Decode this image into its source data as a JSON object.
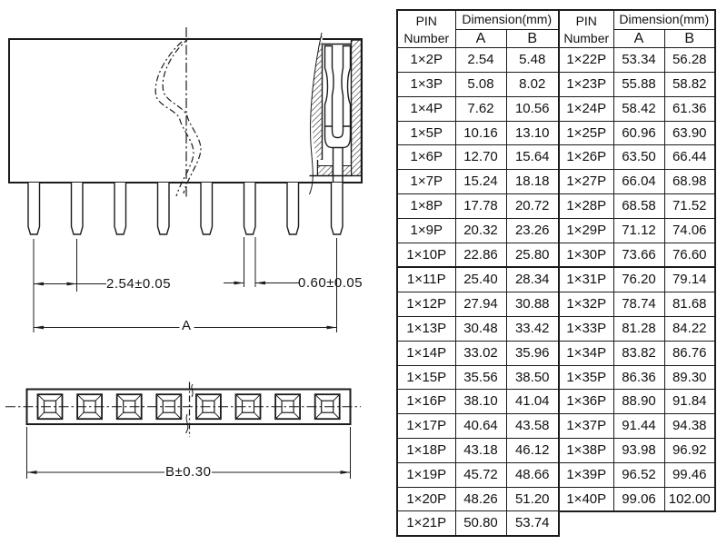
{
  "drawing": {
    "labels": {
      "pitch": "2.54±0.05",
      "pin_width": "0.60±0.05",
      "overall_width": "A",
      "bottom_width": "B±0.30"
    },
    "views": {
      "side_view": "pin-header-side-section-view",
      "bottom_view": "pin-header-bottom-view"
    }
  },
  "table": {
    "header": {
      "pin_line1": "PIN",
      "pin_line2": "Number",
      "dimension": "Dimension(mm)",
      "col_a": "A",
      "col_b": "B"
    },
    "left_rows": [
      [
        "1×2P",
        "2.54",
        "5.48"
      ],
      [
        "1×3P",
        "5.08",
        "8.02"
      ],
      [
        "1×4P",
        "7.62",
        "10.56"
      ],
      [
        "1×5P",
        "10.16",
        "13.10"
      ],
      [
        "1×6P",
        "12.70",
        "15.64"
      ],
      [
        "1×7P",
        "15.24",
        "18.18"
      ],
      [
        "1×8P",
        "17.78",
        "20.72"
      ],
      [
        "1×9P",
        "20.32",
        "23.26"
      ],
      [
        "1×10P",
        "22.86",
        "25.80"
      ],
      [
        "1×11P",
        "25.40",
        "28.34"
      ],
      [
        "1×12P",
        "27.94",
        "30.88"
      ],
      [
        "1×13P",
        "30.48",
        "33.42"
      ],
      [
        "1×14P",
        "33.02",
        "35.96"
      ],
      [
        "1×15P",
        "35.56",
        "38.50"
      ],
      [
        "1×16P",
        "38.10",
        "41.04"
      ],
      [
        "1×17P",
        "40.64",
        "43.58"
      ],
      [
        "1×18P",
        "43.18",
        "46.12"
      ],
      [
        "1×19P",
        "45.72",
        "48.66"
      ],
      [
        "1×20P",
        "48.26",
        "51.20"
      ],
      [
        "1×21P",
        "50.80",
        "53.74"
      ]
    ],
    "right_rows": [
      [
        "1×22P",
        "53.34",
        "56.28"
      ],
      [
        "1×23P",
        "55.88",
        "58.82"
      ],
      [
        "1×24P",
        "58.42",
        "61.36"
      ],
      [
        "1×25P",
        "60.96",
        "63.90"
      ],
      [
        "1×26P",
        "63.50",
        "66.44"
      ],
      [
        "1×27P",
        "66.04",
        "68.98"
      ],
      [
        "1×28P",
        "68.58",
        "71.52"
      ],
      [
        "1×29P",
        "71.12",
        "74.06"
      ],
      [
        "1×30P",
        "73.66",
        "76.60"
      ],
      [
        "1×31P",
        "76.20",
        "79.14"
      ],
      [
        "1×32P",
        "78.74",
        "81.68"
      ],
      [
        "1×33P",
        "81.28",
        "84.22"
      ],
      [
        "1×34P",
        "83.82",
        "86.76"
      ],
      [
        "1×35P",
        "86.36",
        "89.30"
      ],
      [
        "1×36P",
        "88.90",
        "91.84"
      ],
      [
        "1×37P",
        "91.44",
        "94.38"
      ],
      [
        "1×38P",
        "93.98",
        "96.92"
      ],
      [
        "1×39P",
        "96.52",
        "99.46"
      ],
      [
        "1×40P",
        "99.06",
        "102.00"
      ]
    ]
  },
  "colors": {
    "ink": "#1b1b1b",
    "paper": "#ffffff"
  }
}
